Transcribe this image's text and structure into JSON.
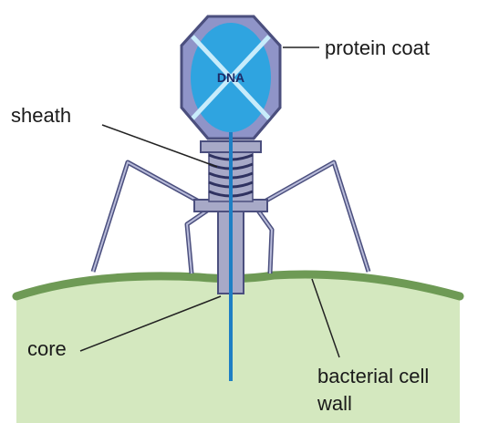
{
  "labels": {
    "dna": "DNA",
    "protein_coat": "protein coat",
    "sheath": "sheath",
    "core": "core",
    "cell_wall_line1": "bacterial cell",
    "cell_wall_line2": "wall"
  },
  "colors": {
    "coat": "#8f94c8",
    "coat_dark": "#5a5f96",
    "dna": "#2fa4e0",
    "dna_light": "#7ccaf0",
    "sheath": "#a7a9c7",
    "cell_fill": "#d4e8bf",
    "cell_wall": "#6e9a55",
    "core_line": "#1e7fc4"
  }
}
